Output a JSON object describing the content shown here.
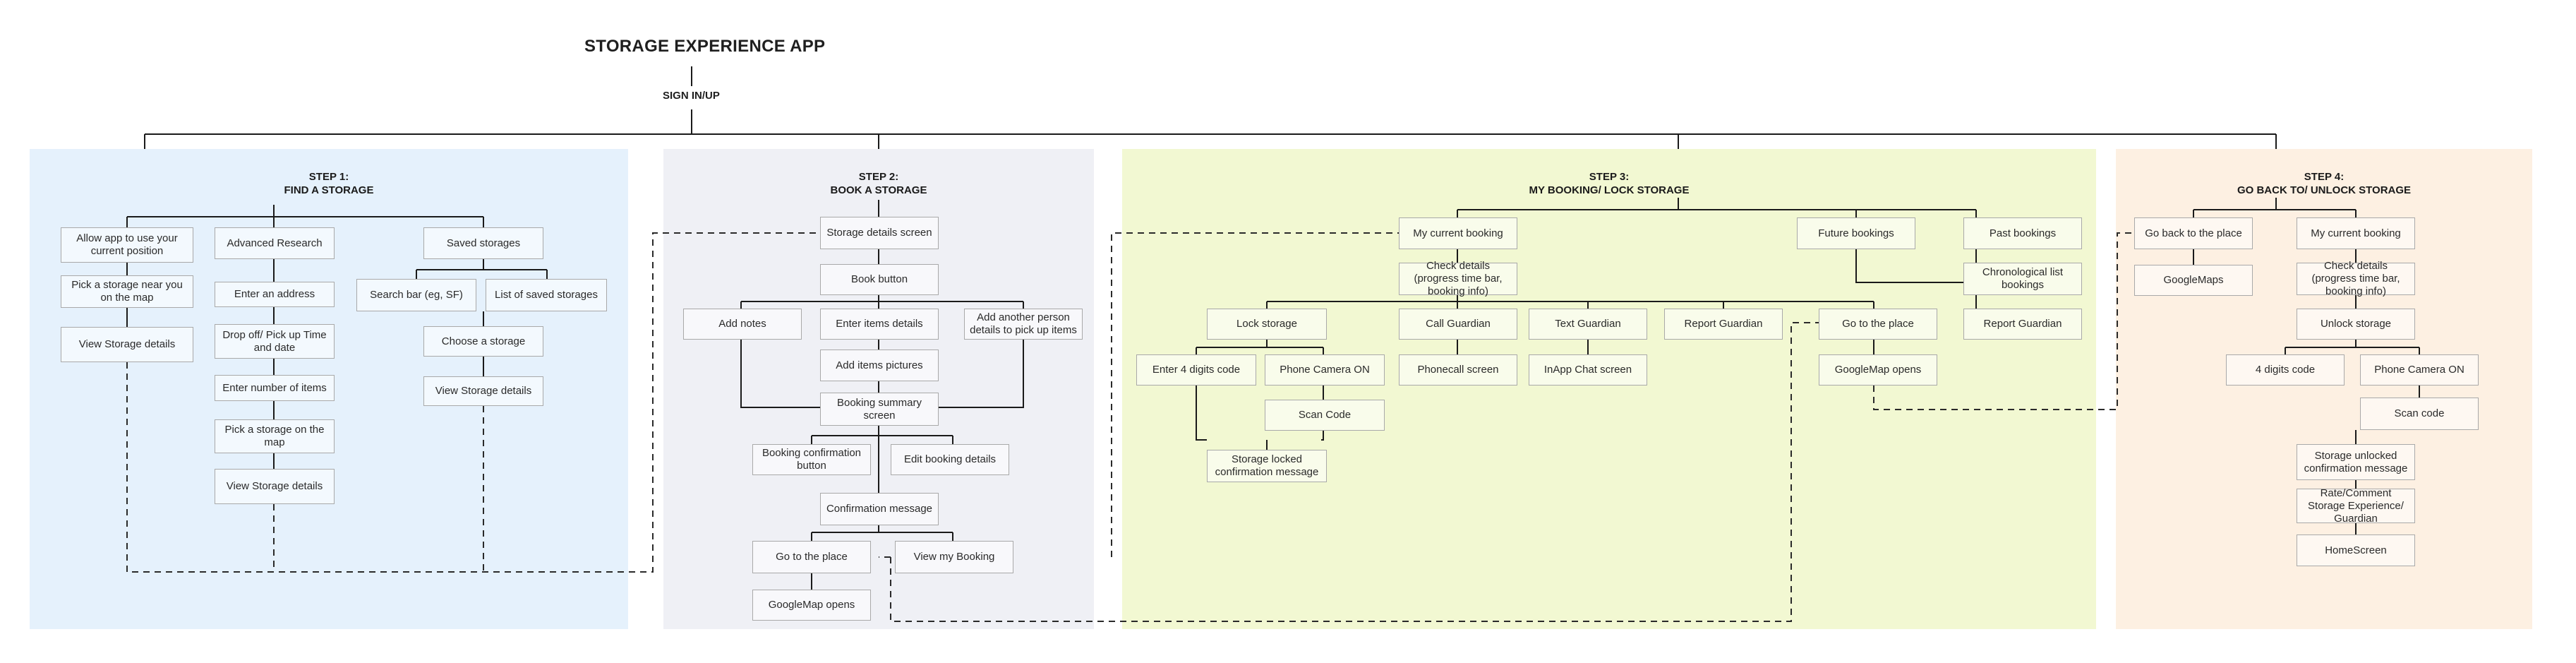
{
  "title": "STORAGE EXPERIENCE APP",
  "signin": "SIGN IN/UP",
  "steps": [
    {
      "label": "STEP 1:",
      "name": "FIND A STORAGE",
      "bg": "#e5f1fc"
    },
    {
      "label": "STEP 2:",
      "name": "BOOK A STORAGE",
      "bg": "#eff0f5"
    },
    {
      "label": "STEP 3:",
      "name": "MY BOOKING/ LOCK STORAGE",
      "bg": "#f2f8d2"
    },
    {
      "label": "STEP 4:",
      "name": "GO BACK TO/ UNLOCK STORAGE",
      "bg": "#fdf0e2"
    }
  ],
  "nodes": {
    "allow_location": "Allow app to use your current position",
    "pick_near": "Pick a storage near you on the map",
    "view_details_1": "View Storage details",
    "advanced_research": "Advanced Research",
    "enter_address": "Enter an address",
    "dropoff_time": "Drop off/ Pick up Time and date",
    "enter_items": "Enter number of items",
    "pick_on_map": "Pick a storage on the map",
    "view_details_2": "View Storage details",
    "saved_storages": "Saved storages",
    "search_bar": "Search bar (eg, SF)",
    "list_saved": "List of saved storages",
    "choose_storage": "Choose a storage",
    "view_details_3": "View Storage details",
    "storage_details_screen": "Storage details screen",
    "book_button": "Book button",
    "add_notes": "Add notes",
    "enter_items_details": "Enter items details",
    "add_person": "Add another person details to pick up items",
    "add_pictures": "Add items pictures",
    "booking_summary": "Booking summary screen",
    "booking_confirmation": "Booking confirmation button",
    "edit_booking": "Edit booking details",
    "confirmation_message": "Confirmation message",
    "go_to_place_2": "Go to the place",
    "view_my_booking": "View my Booking",
    "googlemap_opens_2": "GoogleMap opens",
    "my_current_booking_3": "My current booking",
    "check_details_3": "Check details (progress time bar, booking info)",
    "lock_storage": "Lock storage",
    "enter_4_digits": "Enter 4 digits code",
    "phone_camera_3": "Phone Camera ON",
    "scan_code_3": "Scan Code",
    "storage_locked": "Storage locked confirmation message",
    "call_guardian": "Call Guardian",
    "phonecall_screen": "Phonecall screen",
    "text_guardian": "Text Guardian",
    "inapp_chat": "InApp Chat screen",
    "report_guardian_3": "Report Guardian",
    "future_bookings": "Future bookings",
    "go_to_place_3": "Go to the place",
    "googlemap_opens_3": "GoogleMap opens",
    "past_bookings": "Past bookings",
    "chronological": "Chronological list bookings",
    "report_guardian_3b": "Report Guardian",
    "go_back_place": "Go back to the place",
    "googlemaps_4": "GoogleMaps",
    "my_current_booking_4": "My current booking",
    "check_details_4": "Check details (progress time bar, booking info)",
    "unlock_storage": "Unlock storage",
    "four_digits": "4 digits code",
    "phone_camera_4": "Phone Camera ON",
    "scan_code_4": "Scan code",
    "storage_unlocked": "Storage unlocked confirmation message",
    "rate_comment": "Rate/Comment Storage Experience/ Guardian",
    "homescreen": "HomeScreen"
  }
}
